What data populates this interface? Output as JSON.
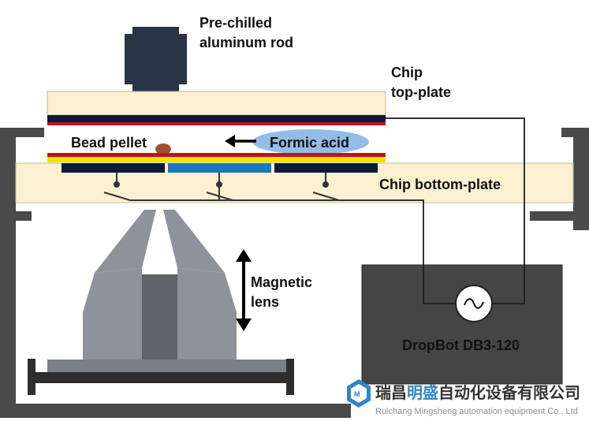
{
  "labels": {
    "rod": [
      "Pre-chilled",
      "aluminum rod"
    ],
    "top_plate": [
      "Chip",
      "top-plate"
    ],
    "bead": "Bead pellet",
    "formic": "Formic acid",
    "bottom_plate": "Chip bottom-plate",
    "lens": [
      "Magnetic",
      "lens"
    ],
    "dropbot": "DropBot DB3-120"
  },
  "watermark": {
    "cn_a": "瑞昌",
    "cn_b": "明盛",
    "cn_c": "自动化设备有限公司",
    "en": "Ruichang Mingsheng automation equipment Co., Ltd"
  },
  "colors": {
    "rod": "#2a3447",
    "plate": "#fbf0d0",
    "electrode": "#0c1b3a",
    "active_electrode": "#1b77c4",
    "red_layer": "#c0121f",
    "yellow_layer": "#f2e200",
    "droplet": "#93bde6",
    "bead": "#a0522d",
    "box": "#454545",
    "magnet": "#8e929a"
  }
}
